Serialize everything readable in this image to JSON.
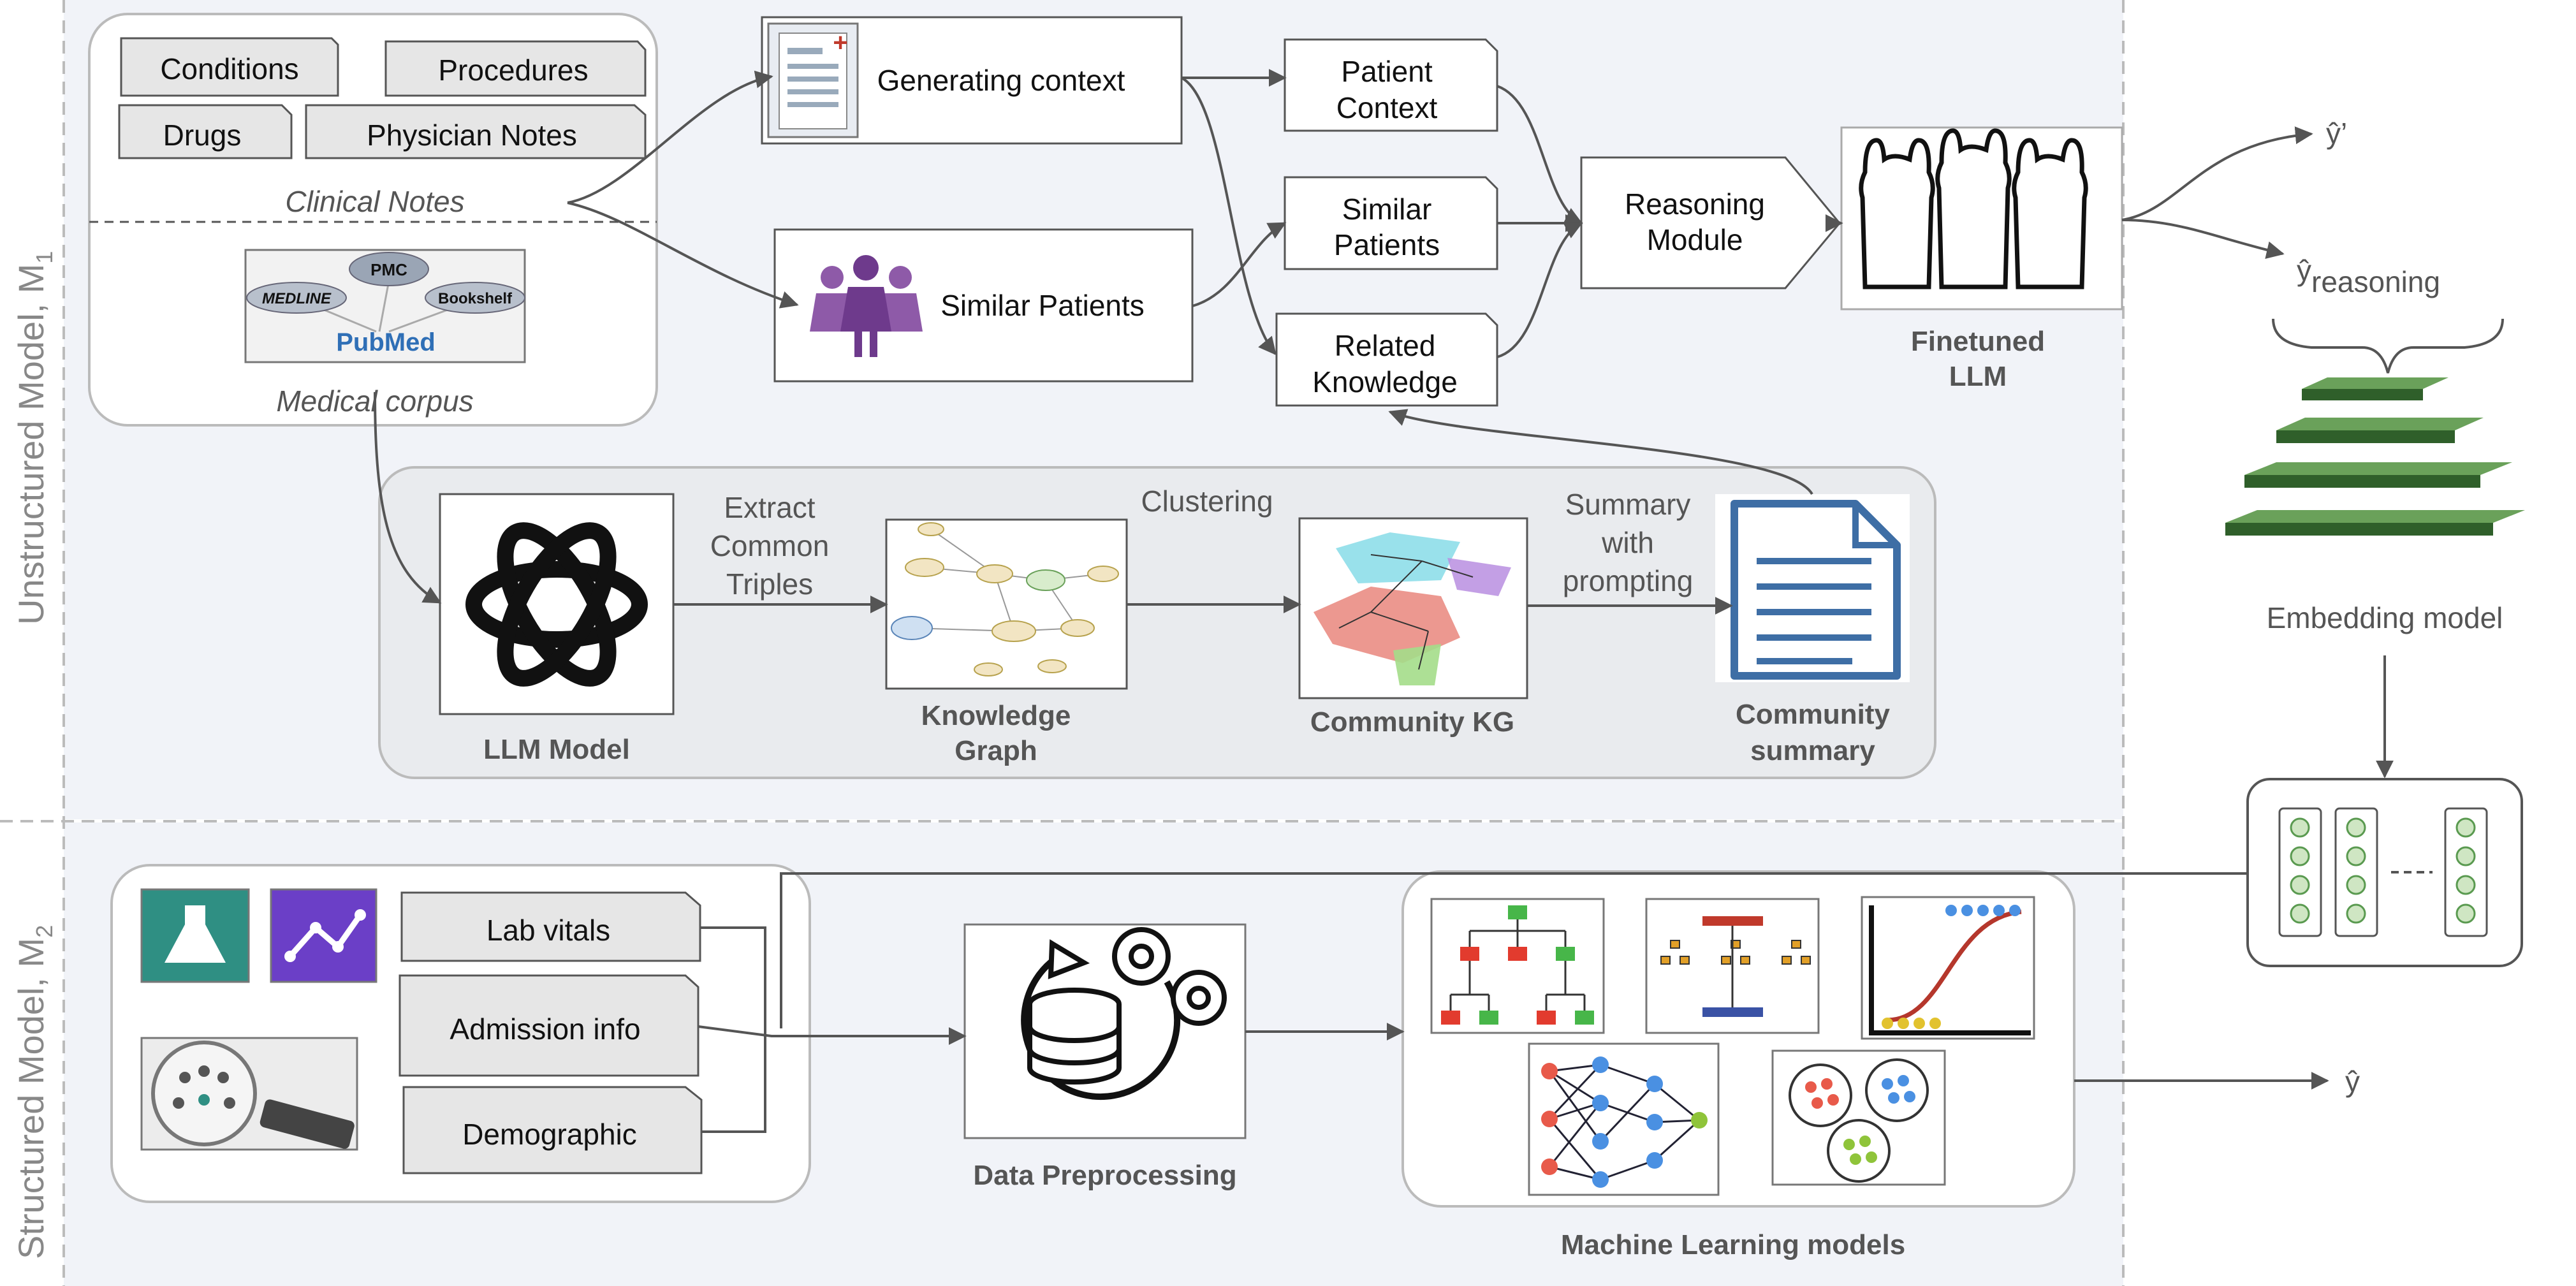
{
  "side_labels": {
    "unstructured": "Unstructured Model, M",
    "unstructured_sub": "1",
    "structured": "Structured Model, M",
    "structured_sub": "2"
  },
  "clinical_notes": {
    "tabs": [
      "Conditions",
      "Procedures",
      "Drugs",
      "Physician Notes"
    ],
    "caption": "Clinical Notes"
  },
  "medical_corpus": {
    "logo_labels": [
      "PMC",
      "MEDLINE",
      "Bookshelf",
      "PubMed"
    ],
    "caption": "Medical corpus"
  },
  "nodes": {
    "generating_context": "Generating context",
    "similar_patients": "Similar Patients",
    "patient_context": [
      "Patient",
      "Context"
    ],
    "similar_patients_doc": [
      "Similar",
      "Patients"
    ],
    "related_knowledge": [
      "Related",
      "Knowledge"
    ],
    "reasoning_module": [
      "Reasoning",
      "Module"
    ],
    "finetuned_llm": [
      "Finetuned",
      "LLM"
    ]
  },
  "outputs": {
    "y_prime": "ŷ’",
    "y_reasoning": "ŷ",
    "y_reasoning_sub": "reasoning",
    "y_hat": "ŷ"
  },
  "embedding_model": "Embedding model",
  "kg_pipeline": {
    "llm_model": "LLM Model",
    "extract": [
      "Extract",
      "Common",
      "Triples"
    ],
    "knowledge_graph": [
      "Knowledge",
      "Graph"
    ],
    "clustering": "Clustering",
    "community_kg": "Community KG",
    "summary": [
      "Summary",
      "with",
      "prompting"
    ],
    "community_summary": [
      "Community",
      "summary"
    ]
  },
  "structured": {
    "lab_vitals": "Lab vitals",
    "admission_info": "Admission info",
    "demographic": "Demographic",
    "data_preprocessing": "Data Preprocessing",
    "ml_models": "Machine Learning models"
  },
  "colors": {
    "panel_bg": "#f1f3f8",
    "arrow": "#555555",
    "stair_green": "#6aa15a",
    "people_purple": "#8e5aa8",
    "flask_teal": "#2f8f83",
    "trend_purple": "#6b3fc7"
  }
}
